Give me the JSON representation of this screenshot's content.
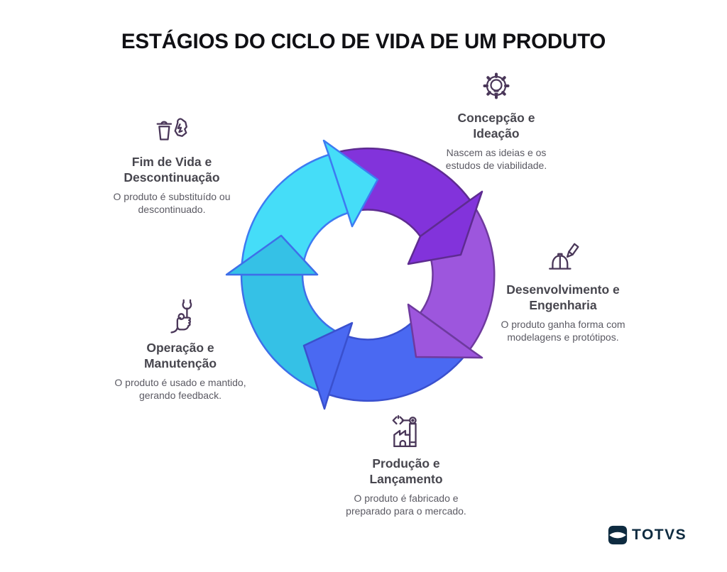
{
  "title": "ESTÁGIOS DO CICLO DE VIDA DE UM PRODUTO",
  "stages": [
    {
      "name": "Concepção e Ideação",
      "description": "Nascem as ideias e os estudos de viabilidade.",
      "icon": "gear-lightbulb-icon",
      "arrow_fill": "#8233DB",
      "arrow_stroke": "#5E2B91"
    },
    {
      "name": "Desenvolvimento e Engenharia",
      "description": "O produto ganha forma com modelagens e protótipos.",
      "icon": "hardhat-pencil-icon",
      "arrow_fill": "#9D56DD",
      "arrow_stroke": "#6F3A9E"
    },
    {
      "name": "Produção e Lançamento",
      "description": "O produto é fabricado e preparado para o mercado.",
      "icon": "factory-crane-icon",
      "arrow_fill": "#4A69F2",
      "arrow_stroke": "#3A50CE"
    },
    {
      "name": "Operação e Manutenção",
      "description": "O produto é usado e mantido, gerando feedback.",
      "icon": "wrench-hand-icon",
      "arrow_fill": "#35C1E6",
      "arrow_stroke": "#3E6FE9"
    },
    {
      "name": "Fim de Vida e Descontinuação",
      "description": "O produto é substituído ou descontinuado.",
      "icon": "trash-paper-icon",
      "arrow_fill": "#45DDF8",
      "arrow_stroke": "#3D7BF2"
    }
  ],
  "icon_color": "#4A3759",
  "text_colors": {
    "title": "#101014",
    "heading": "#47464E",
    "body": "#5B5A63"
  },
  "brand": {
    "name": "TOTVS",
    "color": "#0E2B40"
  }
}
